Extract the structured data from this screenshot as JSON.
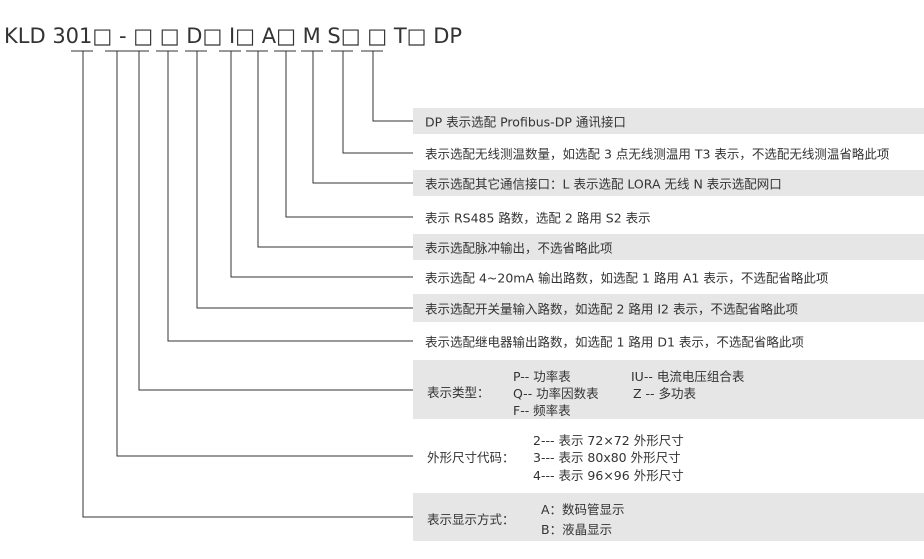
{
  "model_code": {
    "segments": [
      "KLD 301",
      "□",
      " ",
      "-",
      " ",
      "□",
      " ",
      "□",
      " ",
      "D",
      "□",
      " ",
      "I",
      "□",
      " ",
      "A",
      "□",
      " ",
      "M",
      " ",
      "S",
      "□",
      " ",
      "□",
      " ",
      "T",
      "□",
      " ",
      "DP"
    ]
  },
  "descriptions": [
    {
      "text": "DP 表示选配 Profibus-DP 通讯接口"
    },
    {
      "text": "表示选配无线测温数量，如选配 3 点无线测温用 T3 表示，不选配无线测温省略此项"
    },
    {
      "text": "表示选配其它通信接口：L 表示选配 LORA 无线   N 表示选配网口"
    },
    {
      "text": "表示 RS485 路数，选配 2 路用 S2 表示"
    },
    {
      "text": "表示选配脉冲输出，不选省略此项"
    },
    {
      "text": "表示选配 4~20mA 输出路数，如选配 1 路用 A1 表示，不选配省略此项"
    },
    {
      "text": "表示选配开关量输入路数，如选配 2 路用 I2 表示，不选配省略此项"
    },
    {
      "text": "表示选配继电器输出路数，如选配 1 路用 D1 表示，不选配省略此项"
    }
  ],
  "type_group": {
    "label": "表示类型：",
    "items": [
      "P-- 功率表",
      "IU-- 电流电压组合表",
      "Q-- 功率因数表",
      "Z -- 多功表",
      "F-- 频率表"
    ]
  },
  "size_group": {
    "label": "外形尺寸代码：",
    "items": [
      "2--- 表示 72×72  外形尺寸",
      "3--- 表示 80x80  外形尺寸",
      "4--- 表示 96×96  外形尺寸"
    ]
  },
  "display_group": {
    "label": "表示显示方式：",
    "items": [
      "A：数码管显示",
      "B：液晶显示"
    ]
  },
  "colors": {
    "line": "#333333",
    "shade": "#e6e6e6",
    "text": "#333333"
  }
}
